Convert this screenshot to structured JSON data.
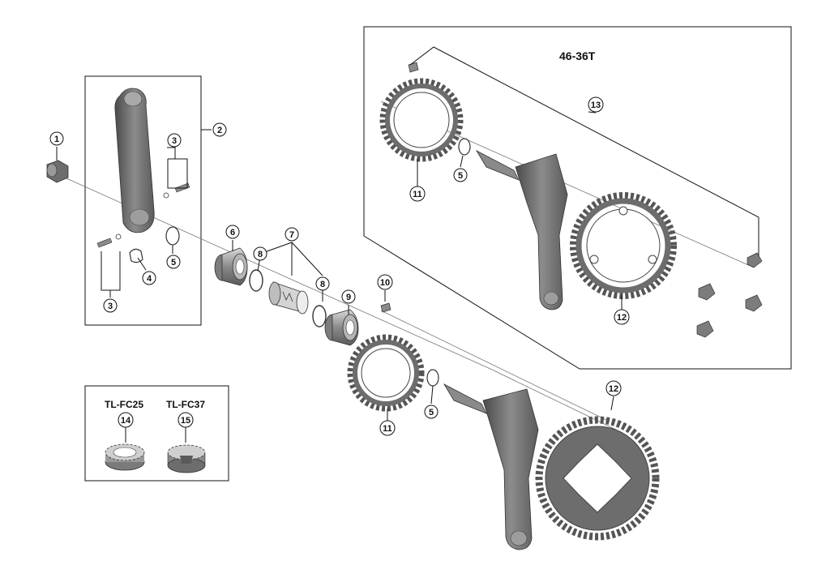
{
  "upgrade_kit_title": "46-36T",
  "callouts": [
    {
      "id": "c1",
      "number": "1"
    },
    {
      "id": "c2",
      "number": "2"
    },
    {
      "id": "c3a",
      "number": "3"
    },
    {
      "id": "c3b",
      "number": "3"
    },
    {
      "id": "c4",
      "number": "4"
    },
    {
      "id": "c5a",
      "number": "5"
    },
    {
      "id": "c5b",
      "number": "5"
    },
    {
      "id": "c5c",
      "number": "5"
    },
    {
      "id": "c6",
      "number": "6"
    },
    {
      "id": "c7",
      "number": "7"
    },
    {
      "id": "c8a",
      "number": "8"
    },
    {
      "id": "c8b",
      "number": "8"
    },
    {
      "id": "c9",
      "number": "9"
    },
    {
      "id": "c10",
      "number": "10"
    },
    {
      "id": "c11a",
      "number": "11"
    },
    {
      "id": "c11b",
      "number": "11"
    },
    {
      "id": "c12a",
      "number": "12"
    },
    {
      "id": "c12b",
      "number": "12"
    },
    {
      "id": "c13",
      "number": "13"
    },
    {
      "id": "c14",
      "number": "14"
    },
    {
      "id": "c15",
      "number": "15"
    }
  ],
  "tools": [
    {
      "name": "TL-FC25",
      "callout": "14"
    },
    {
      "name": "TL-FC37",
      "callout": "15"
    }
  ],
  "colors": {
    "part_dark": "#5d5d5d",
    "part_mid": "#8a8a8a",
    "part_light": "#bdbdbd",
    "line": "#111111"
  }
}
